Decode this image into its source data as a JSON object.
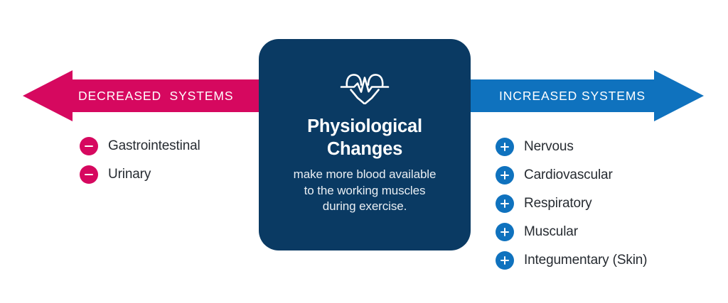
{
  "colors": {
    "decreased": "#d6085f",
    "increased": "#0f72be",
    "card_background": "#0a3a63",
    "page_background": "#ffffff",
    "label_text": "#ffffff",
    "list_text": "#262b31"
  },
  "left_arrow": {
    "label": "DECREASED  SYSTEMS",
    "direction": "left",
    "color": "#d6085f"
  },
  "right_arrow": {
    "label": "INCREASED SYSTEMS",
    "direction": "right",
    "color": "#0f72be"
  },
  "card": {
    "icon": "heart-pulse-icon",
    "title_line_1": "Physiological",
    "title_line_2": "Changes",
    "subtitle_line_1": "make more blood available",
    "subtitle_line_2": "to the working muscles",
    "subtitle_line_3": "during exercise."
  },
  "decreased_systems": {
    "badge_icon": "minus-icon",
    "items": [
      {
        "label": "Gastrointestinal"
      },
      {
        "label": "Urinary"
      }
    ]
  },
  "increased_systems": {
    "badge_icon": "plus-icon",
    "items": [
      {
        "label": "Nervous"
      },
      {
        "label": "Cardiovascular"
      },
      {
        "label": "Respiratory"
      },
      {
        "label": "Muscular"
      },
      {
        "label": "Integumentary (Skin)"
      }
    ]
  }
}
